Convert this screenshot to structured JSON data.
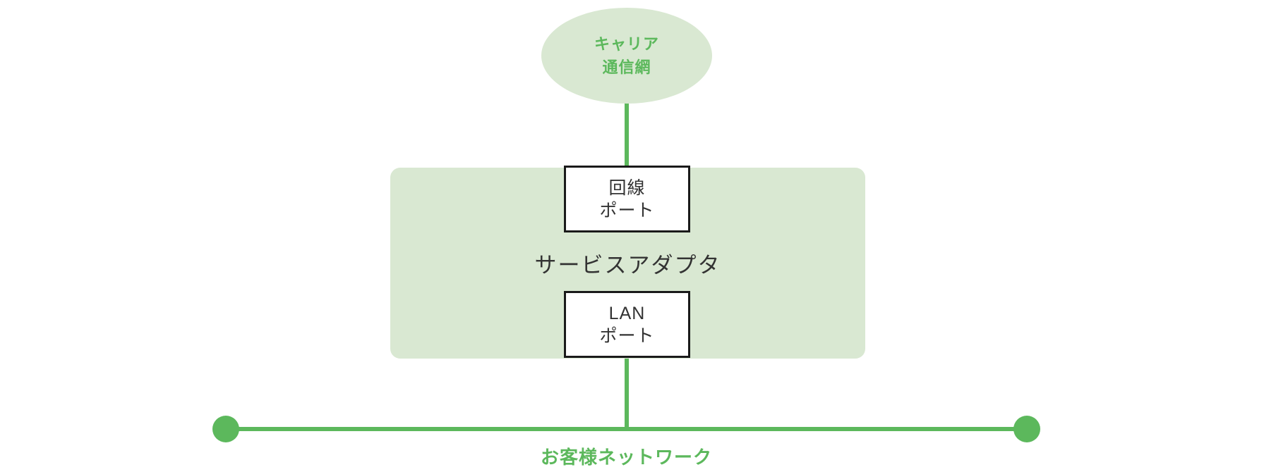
{
  "colors": {
    "accent_green": "#5cb85c",
    "fill_green": "#d9e8d2",
    "box_border": "#1a1a1a",
    "dark_text": "#333333",
    "background": "#ffffff"
  },
  "diagram": {
    "carrier_network": {
      "line1": "キャリア",
      "line2": "通信網"
    },
    "service_adapter": {
      "label": "サービスアダプタ",
      "line_port": {
        "line1": "回線",
        "line2": "ポート"
      },
      "lan_port": {
        "line1": "LAN",
        "line2": "ポート"
      }
    },
    "customer_network": {
      "label": "お客様ネットワーク"
    }
  }
}
